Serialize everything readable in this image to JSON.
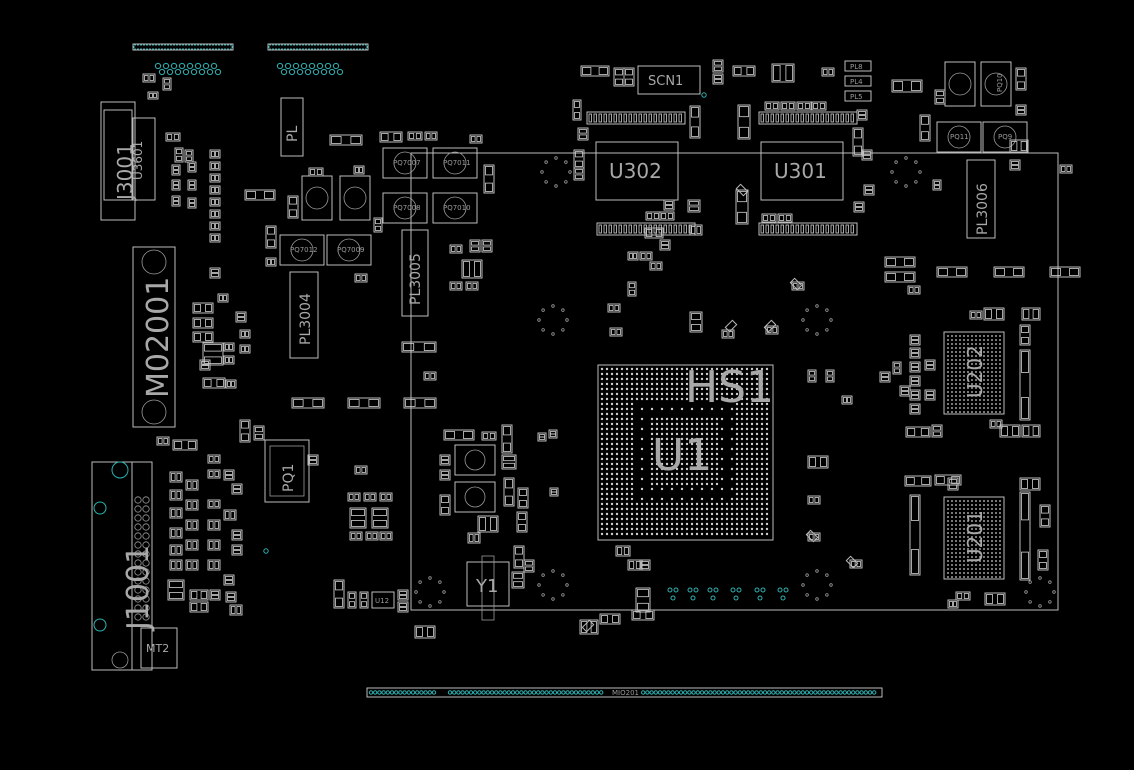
{
  "labels": {
    "u302": "U302",
    "u301": "U301",
    "hs1": "HS1",
    "u1": "U1",
    "u202": "U202",
    "u201": "U201",
    "j3001": "J3001",
    "m02001": "M02001",
    "pl3004": "PL3004",
    "pl3005": "PL3005",
    "pl3006": "PL3006",
    "pq1": "PQ1",
    "y1": "Y1",
    "scn1": "SCN1",
    "mt2": "MT2",
    "j1001": "J1001",
    "pl": "PL",
    "u3601": "U3601",
    "u12": "U12",
    "pl8": "PL8",
    "pl4": "PL4",
    "pl5": "PL5",
    "pq7007": "PQ7007",
    "pq7011": "PQ7011",
    "pq7008": "PQ7008",
    "pq7010": "PQ7010",
    "pq7012": "PQ7012",
    "pq7009": "PQ7009",
    "pq11": "PQ11",
    "pq9": "PQ9",
    "pq10": "PQ10"
  },
  "colors": {
    "background": "#000000",
    "outline": "#bdbdbd",
    "via": "#2fb0b0",
    "label": "#a8a8a8"
  }
}
